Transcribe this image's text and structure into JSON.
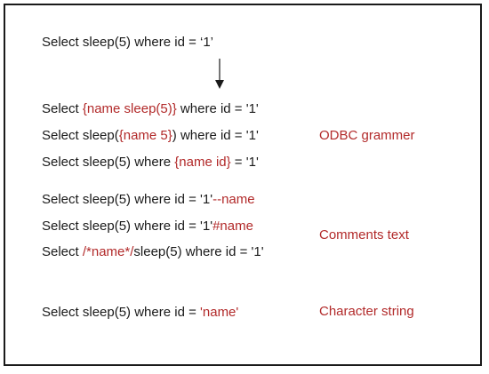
{
  "top_statement": "Select sleep(5) where id = ‘1’",
  "odbc": {
    "line1": {
      "pre": "Select ",
      "hl": "{name sleep(5)}",
      "post": " where id = '1'"
    },
    "line2": {
      "pre": "Select sleep(",
      "hl": "{name 5}",
      "post": ") where id = '1'"
    },
    "line3": {
      "pre": "Select sleep(5) where ",
      "hl": "{name id}",
      "post": " = '1'"
    },
    "label": "ODBC grammer"
  },
  "comments": {
    "line1": {
      "pre": "Select sleep(5) where id = '1'",
      "hl": "--name",
      "post": ""
    },
    "line2": {
      "pre": "Select sleep(5) where id = '1'",
      "hl": "#name",
      "post": ""
    },
    "line3": {
      "pre": "Select ",
      "hl": "/*name*/",
      "post": "sleep(5) where id = '1'"
    },
    "label": "Comments text"
  },
  "charstring": {
    "line1": {
      "pre": "Select sleep(5) where id = ",
      "hl": "'name'",
      "post": ""
    },
    "label": "Character string"
  },
  "colors": {
    "highlight": "#b22a2a",
    "text": "#1a1a1a",
    "border": "#1a1a1a"
  }
}
